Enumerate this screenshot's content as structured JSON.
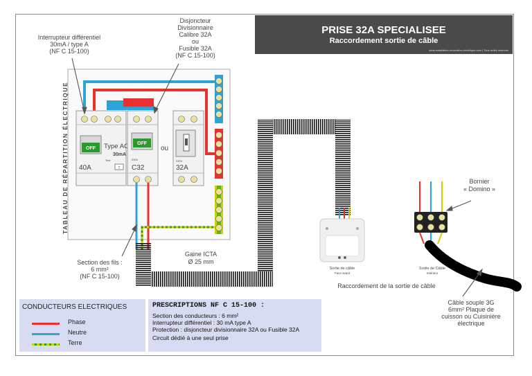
{
  "header": {
    "title": "PRISE 32A SPECIALISEE",
    "subtitle": "Raccordement sortie de câble",
    "credit": "www.installation-renovation-electrique.com | Tous droits réservés"
  },
  "panel": {
    "vertical_label": "TABLEAU DE RÉPARTITION ÉLECTRIQUE",
    "rcd": {
      "off_label": "OFF",
      "type_label": "Type AC",
      "sensitivity": "30mA",
      "rating": "40A",
      "test_label": "Test",
      "test_button": "T"
    },
    "mcb": {
      "off_label": "OFF",
      "voltage": "230V",
      "rating": "C32"
    },
    "or_label": "ou",
    "fuse": {
      "voltage": "230V",
      "rating": "32A"
    }
  },
  "annotations": {
    "rcd": [
      "Interrupteur différentiel",
      "30mA / type A",
      "(NF C 15-100)"
    ],
    "breaker": [
      "Disjoncteur",
      "Divisionnaire",
      "Calibre 32A",
      "ou",
      "Fusible 32A",
      "(NF C 15-100)"
    ],
    "wire_section": [
      "Section des fils :",
      "6 mm²",
      "(NF C 15-100)"
    ],
    "conduit": [
      "Gaine ICTA",
      "Ø 25 mm"
    ],
    "domino": [
      "Bornier",
      "« Domino »"
    ],
    "outlet_front": [
      "Sortie de câble",
      "Face avant"
    ],
    "outlet_back": [
      "Sortie de Câble",
      "Intérieur"
    ],
    "connection_caption": "Raccordement  de la sortie de câble",
    "cable": [
      "Câble souple 3G",
      "6mm² Plaque de",
      "cuisson ou Cuisinière",
      "électrique"
    ]
  },
  "legend": {
    "title": "CONDUCTEURS ELECTRIQUES",
    "items": [
      {
        "label": "Phase",
        "color": "#e8312f"
      },
      {
        "label": "Neutre",
        "color": "#2ea3d8"
      },
      {
        "label": "Terre",
        "color": "#c8d400"
      }
    ]
  },
  "prescriptions": {
    "title": "PRESCRIPTIONS NF C 15-100 :",
    "lines": [
      "Section des conducteurs : 6 mm²",
      "Interrupteur différentiel : 30 mA type A",
      "Protection : disjoncteur divisionnaire 32A ou Fusible 32A",
      "Circuit dédié à une seul prise"
    ]
  },
  "colors": {
    "phase": "#e8312f",
    "neutral": "#2ea3d8",
    "earth": "#c8d400",
    "earth_dash": "#2a9a2a",
    "header_bg": "#4a4a4a",
    "legend_bg": "#d8dcf2"
  }
}
